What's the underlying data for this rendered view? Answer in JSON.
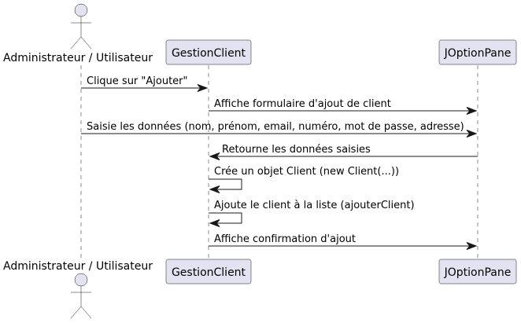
{
  "participants": {
    "actor": "Administrateur / Utilisateur",
    "gestion": "GestionClient",
    "pane": "JOptionPane"
  },
  "messages": [
    {
      "from": "actor",
      "to": "gestion",
      "label": "Clique sur \"Ajouter\""
    },
    {
      "from": "gestion",
      "to": "pane",
      "label": "Affiche formulaire d'ajout de client"
    },
    {
      "from": "actor",
      "to": "pane",
      "label": "Saisie les données (nom, prénom, email, numéro, mot de passe, adresse)"
    },
    {
      "from": "pane",
      "to": "gestion",
      "label": "Retourne les données saisies"
    },
    {
      "from": "gestion",
      "to": "gestion",
      "label": "Crée un objet Client (new Client(...))"
    },
    {
      "from": "gestion",
      "to": "gestion",
      "label": "Ajoute le client à la liste (ajouterClient)"
    },
    {
      "from": "gestion",
      "to": "pane",
      "label": "Affiche confirmation d'ajout"
    }
  ]
}
